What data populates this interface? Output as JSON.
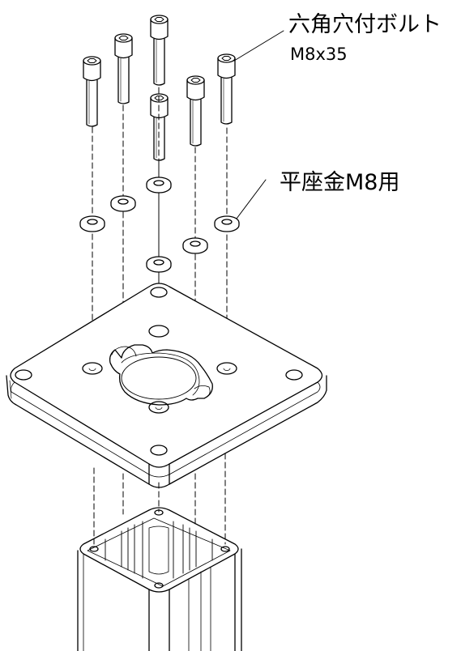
{
  "labels": {
    "bolt_name": "六角穴付ボルト",
    "bolt_size": "M8x35",
    "washer": "平座金M8用"
  },
  "colors": {
    "line": "#000000",
    "background": "#ffffff"
  }
}
